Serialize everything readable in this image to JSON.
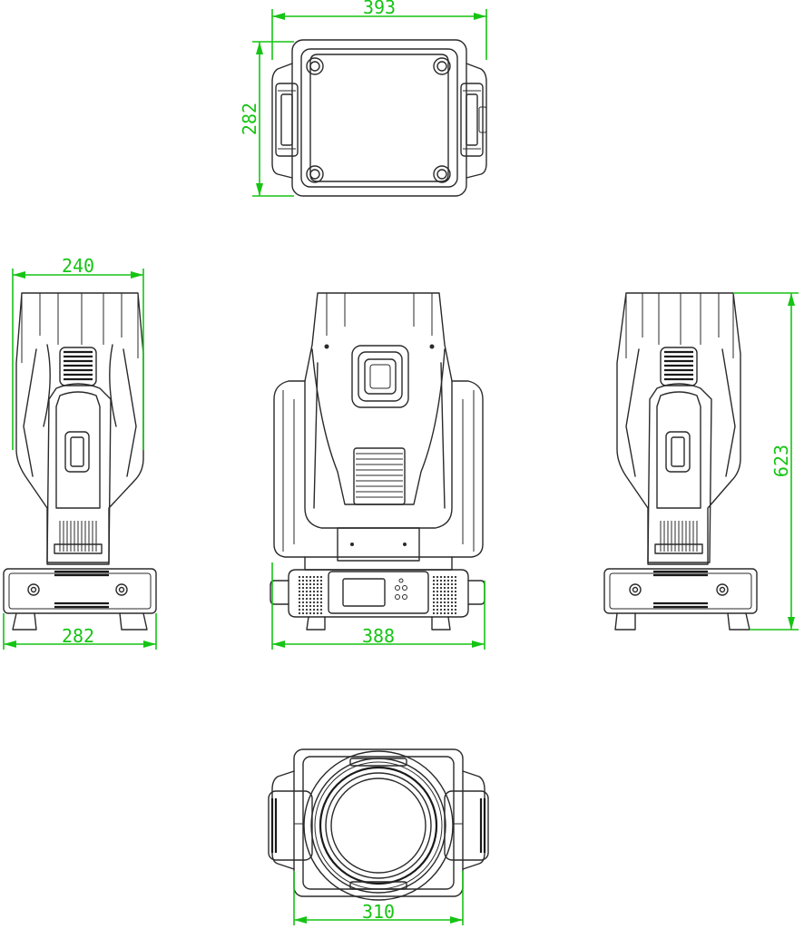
{
  "dimensions": {
    "top_width": "393",
    "top_depth": "282",
    "side_head_width": "240",
    "side_base_width": "282",
    "front_base_width": "388",
    "overall_height": "623",
    "bottom_width": "310"
  },
  "colors": {
    "dimension_line": "#16c414",
    "outline": "#2a2a2a",
    "background": "#ffffff"
  },
  "icons": [
    "moving-head-top-view",
    "moving-head-side-view",
    "moving-head-front-view",
    "moving-head-bottom-view"
  ]
}
